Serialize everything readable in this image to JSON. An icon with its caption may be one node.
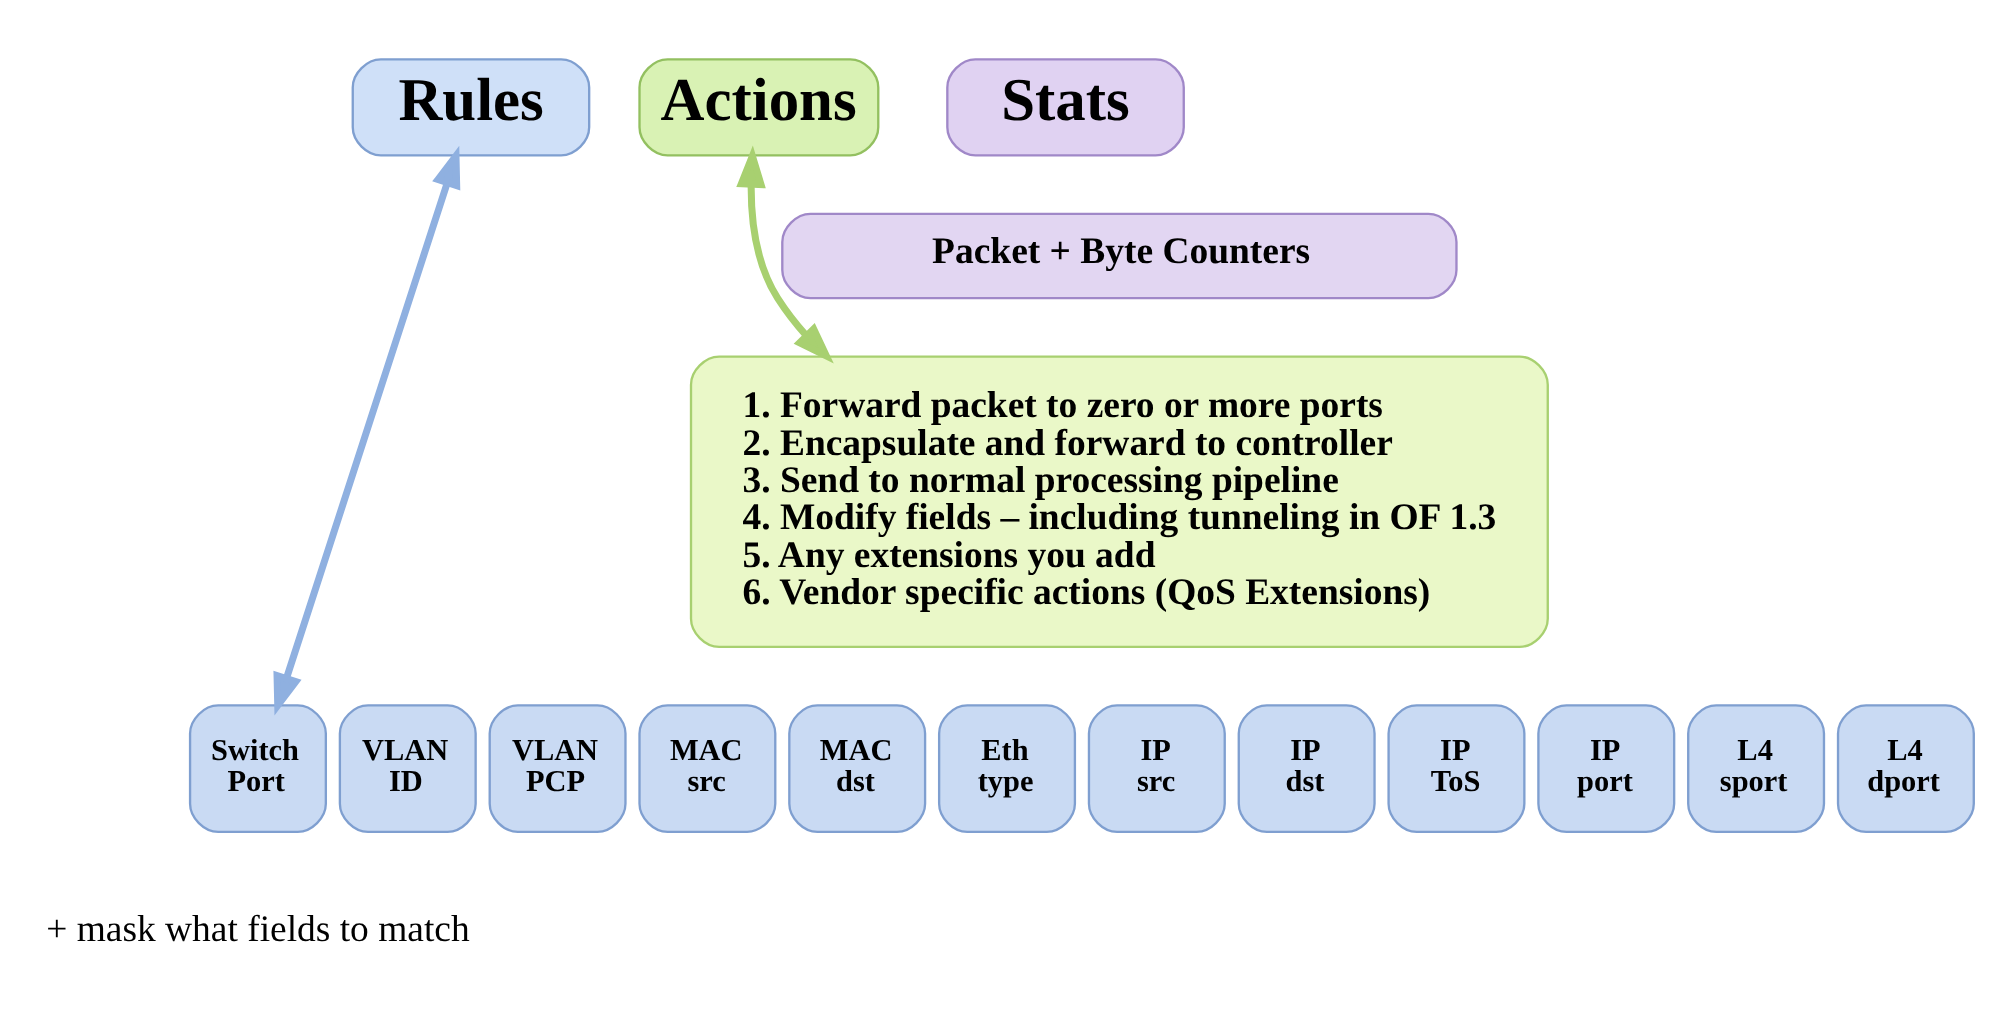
{
  "diagram": {
    "nodes": [
      {
        "text": [
          "Rules"
        ]
      },
      {
        "text": [
          "Actions"
        ]
      },
      {
        "text": [
          "Stats"
        ]
      },
      {
        "text": [
          "Packet + Byte Counters"
        ]
      },
      {
        "text": [
          "1. Forward packet to zero or more ports",
          "2. Encapsulate and forward to controller",
          "3. Send to normal processing pipeline",
          "4. Modify fields – including tunneling in OF 1.3",
          "5. Any extensions you add",
          "6. Vendor specific actions (QoS Extensions)"
        ]
      },
      {
        "text": [
          "Switch Port"
        ]
      },
      {
        "text": [
          "VLAN ID"
        ]
      },
      {
        "text": [
          "VLAN PCP"
        ]
      },
      {
        "text": [
          "MAC src"
        ]
      },
      {
        "text": [
          "MAC dst"
        ]
      },
      {
        "text": [
          "Eth type"
        ]
      },
      {
        "text": [
          "IP src"
        ]
      },
      {
        "text": [
          "IP dst"
        ]
      },
      {
        "text": [
          "IP ToS"
        ]
      },
      {
        "text": [
          "IP port"
        ]
      },
      {
        "text": [
          "L4 sport"
        ]
      },
      {
        "text": [
          "L4 dport"
        ]
      }
    ],
    "edges": [
      {
        "from": 0,
        "to": 5,
        "arrow": "both",
        "color": "#8fb0e0"
      },
      {
        "from": 1,
        "to": 4,
        "arrow": "both",
        "color": "#a8d070"
      }
    ],
    "labels": [
      "+ mask what fields to match"
    ]
  }
}
